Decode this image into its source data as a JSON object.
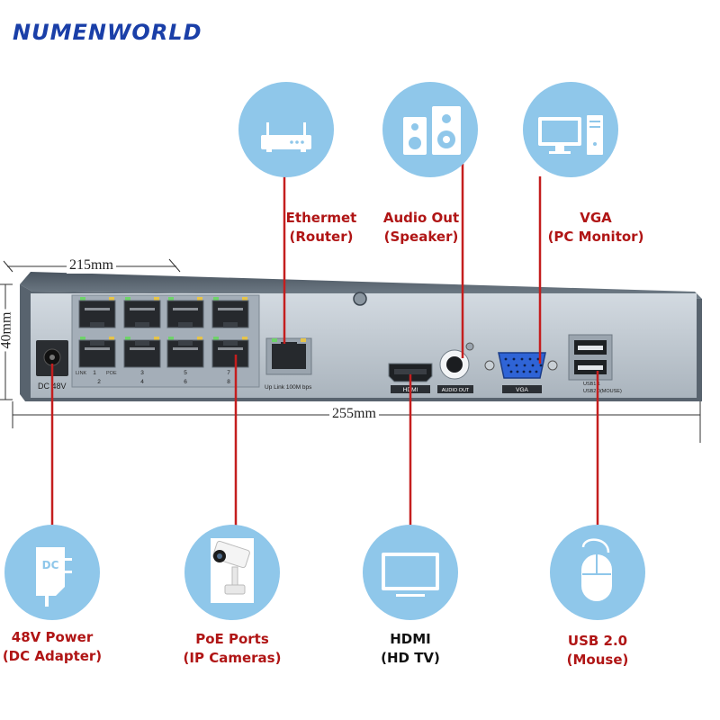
{
  "brand": {
    "logo_text": "NUMENWORLD"
  },
  "dimensions": {
    "depth": "215mm",
    "height": "40mm",
    "width": "255mm"
  },
  "device": {
    "port_numbers_top": [
      "1",
      "3",
      "5",
      "7"
    ],
    "port_numbers_bottom": [
      "2",
      "4",
      "6",
      "8"
    ],
    "legend_link": "LINK",
    "legend_poe": "POE",
    "dc_label": "DC 48V",
    "uplink_label": "Up Link 100M bps",
    "hdmi_label": "HDMI",
    "audio_label": "AUDIO OUT",
    "vga_label": "VGA",
    "usb_label_1": "USB1.1",
    "usb_label_2": "USB2.0(MOUSE)",
    "dc_icon_text": "DC"
  },
  "callouts": {
    "ethernet": {
      "line1": "Ethermet",
      "line2": "(Router)"
    },
    "audio": {
      "line1": "Audio Out",
      "line2": "(Speaker)"
    },
    "vga": {
      "line1": "VGA",
      "line2": "(PC Monitor)"
    },
    "power": {
      "line1": "48V Power",
      "line2": "(DC Adapter)"
    },
    "poe": {
      "line1": "PoE Ports",
      "line2": "(IP Cameras)"
    },
    "hdmi": {
      "line1": "HDMI",
      "line2": "(HD TV)"
    },
    "usb": {
      "line1": "USB 2.0",
      "line2": "(Mouse)"
    }
  },
  "colors": {
    "circle": "#8fc7ea",
    "leader": "#c41e1e",
    "chassis": "#6e7a86",
    "panel": "#bfc8d1",
    "callout_red": "#b01515",
    "logo": "#1a3fa8"
  }
}
